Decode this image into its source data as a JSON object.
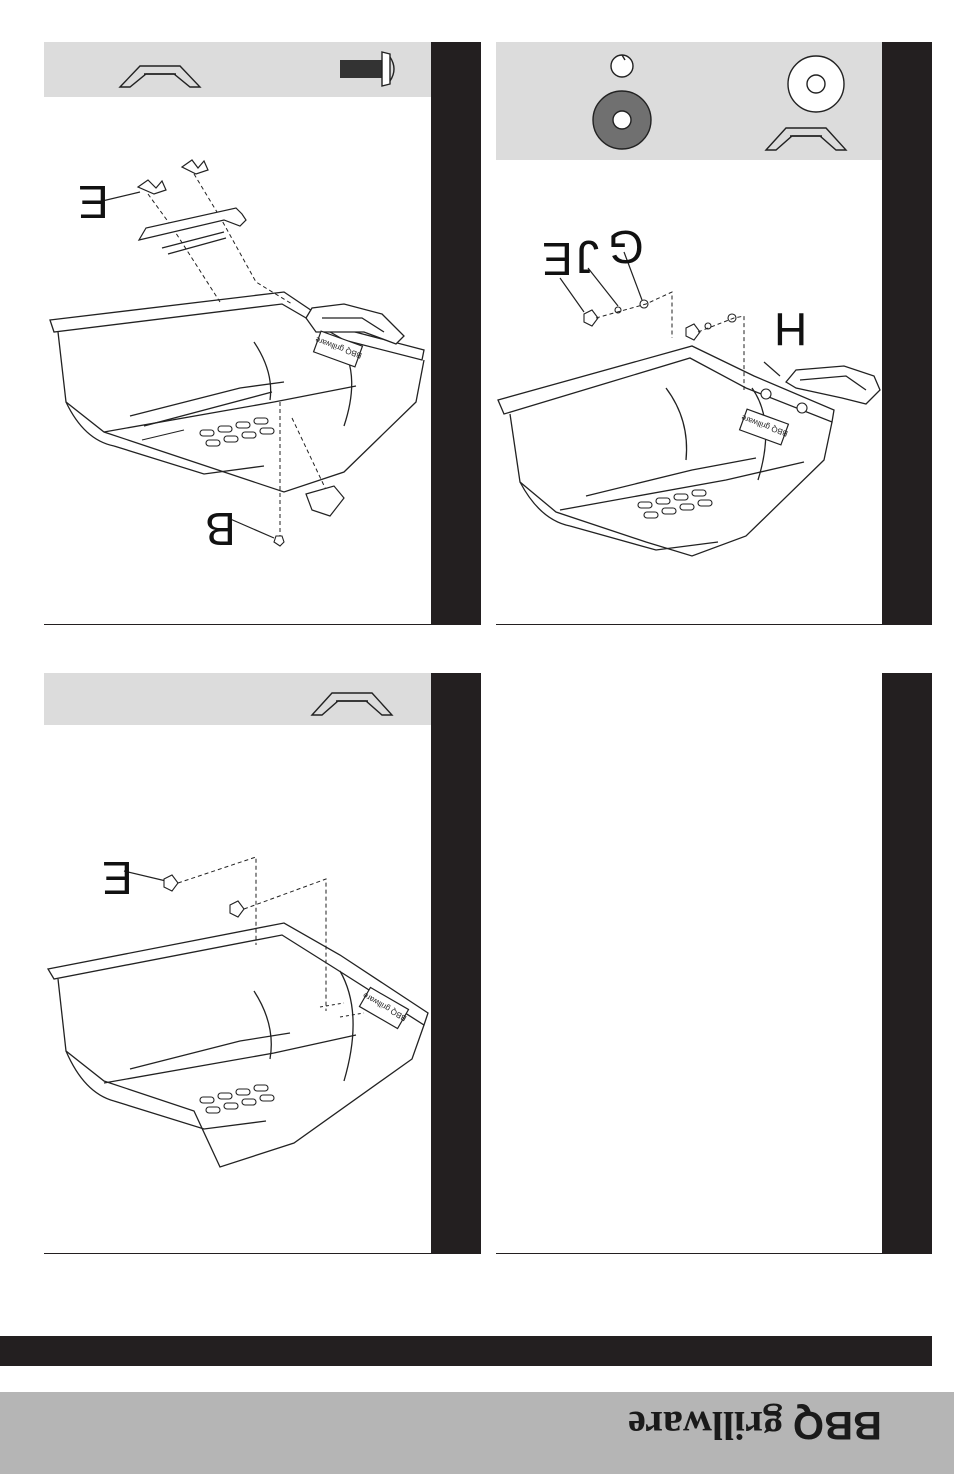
{
  "panels": {
    "top_left": {
      "labels": {
        "E": "E",
        "B": "B"
      }
    },
    "top_right": {
      "labels": {
        "G": "G",
        "J": "J",
        "E": "E",
        "H": "H"
      }
    },
    "bottom_left": {
      "labels": {
        "E": "E"
      }
    },
    "bottom_right": {}
  },
  "plate_text": "BBQ grillware",
  "footer": {
    "brand_bold": "BBQ",
    "brand_rest": "grillware"
  },
  "colors": {
    "dark": "#231f20",
    "header_gray": "#dcdcdc",
    "band_gray": "#b5b5b5",
    "washer_gray": "#707070"
  },
  "icons": [
    "handle-icon",
    "bolt-icon",
    "lock-washer-icon",
    "rubber-washer-icon",
    "flat-washer-icon",
    "nameplate-icon",
    "tray-icon"
  ]
}
